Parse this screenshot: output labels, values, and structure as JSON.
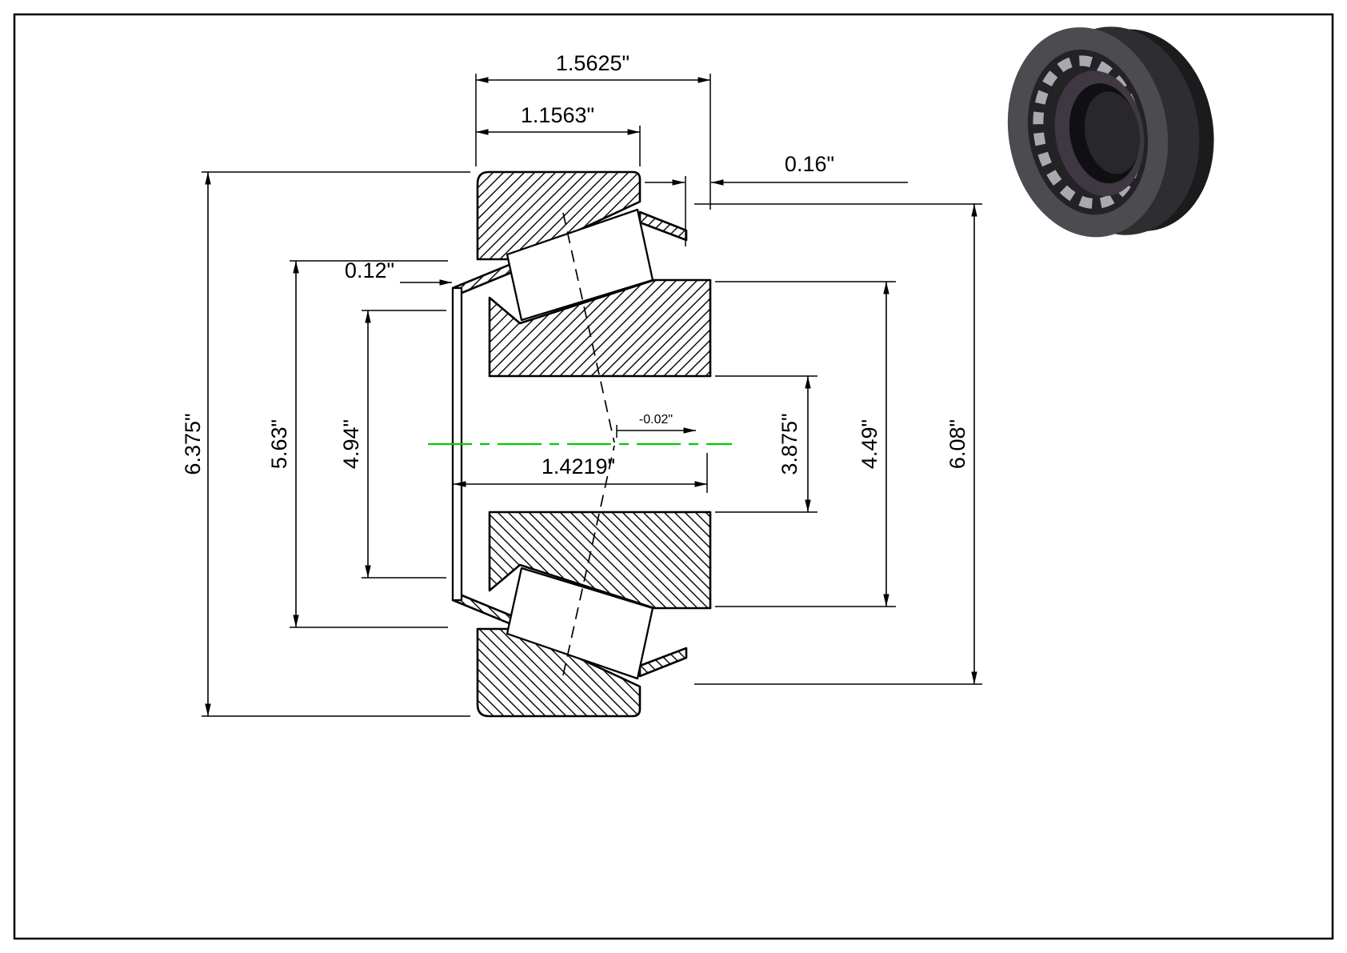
{
  "drawing": {
    "title": "tapered-roller-bearing-cross-section",
    "centerline_color": "#00cc00",
    "dims": {
      "overall_width": "1.5625\"",
      "cup_width": "1.1563\"",
      "cage_standout": "0.16\"",
      "front_standout": "0.12\"",
      "flange_od": "6.375\"",
      "shield_od": "5.63\"",
      "pilot_od": "4.94\"",
      "cone_width": "1.4219\"",
      "effective_center": "-0.02\"",
      "bore_diameter": "3.875\"",
      "cone_od": "4.49\"",
      "cup_od": "6.08\""
    }
  }
}
